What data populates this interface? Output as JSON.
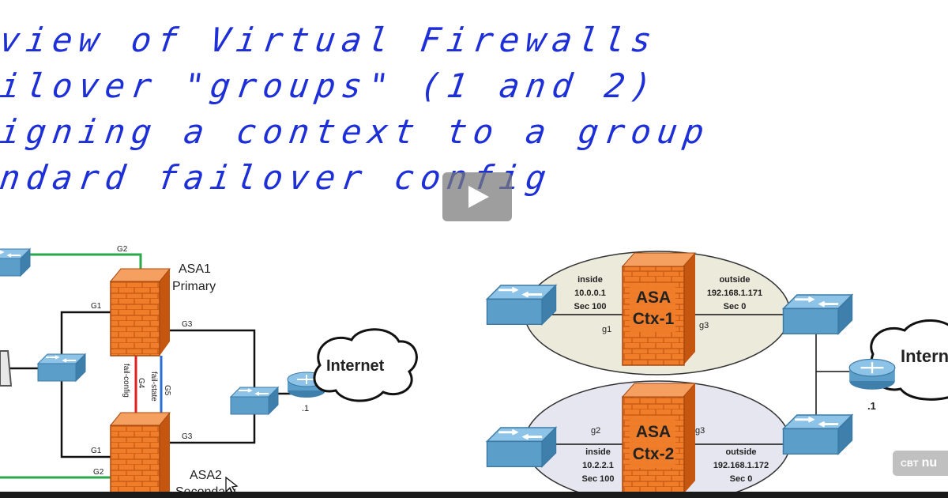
{
  "title_lines": [
    "view of Virtual Firewalls",
    "ilover \"groups\" (1 and 2)",
    "igning a context to a group",
    "ndard failover config"
  ],
  "left_diagram": {
    "asa1_name": "ASA1",
    "asa1_role": "Primary",
    "asa2_name": "ASA2",
    "asa2_role": "Secondary",
    "internet_label": "Internet",
    "router_addr": ".1",
    "link_g1_top": "G1",
    "link_g1_bottom": "G1",
    "link_g2_top": "G2",
    "link_g2_bottom": "G2",
    "link_g3_top": "G3",
    "link_g3_bottom": "G3",
    "link_g4": "G4",
    "link_g5": "G5",
    "fail_config": "fail-config",
    "fail_state": "fail-state"
  },
  "right_diagram": {
    "ctx1": {
      "asa": "ASA",
      "name": "Ctx-1",
      "inside": "inside",
      "inside_ip": "10.0.0.1",
      "inside_sec": "Sec 100",
      "inside_if": "g1",
      "outside": "outside",
      "outside_ip": "192.168.1.171",
      "outside_sec": "Sec 0",
      "outside_if": "g3"
    },
    "ctx2": {
      "asa": "ASA",
      "name": "Ctx-2",
      "inside": "inside",
      "inside_ip": "10.2.2.1",
      "inside_sec": "Sec 100",
      "inside_if": "g2",
      "outside": "outside",
      "outside_ip": "192.168.1.172",
      "outside_sec": "Sec 0",
      "outside_if": "g3"
    },
    "internet_label": "Intern",
    "router_addr": ".1"
  },
  "player": {
    "watermark_small": "CBT",
    "watermark": "nu"
  },
  "colors": {
    "handwriting": "#1d2fd6",
    "firewall": "#f07d2a",
    "link_green": "#2aa84a",
    "link_red": "#e0201e",
    "link_blue": "#2a6fd8",
    "switch": "#5b9ec9"
  },
  "icons": {
    "switch": "switch-icon",
    "router": "router-icon",
    "firewall": "firewall-icon",
    "cloud": "cloud-icon",
    "play": "play-icon"
  }
}
